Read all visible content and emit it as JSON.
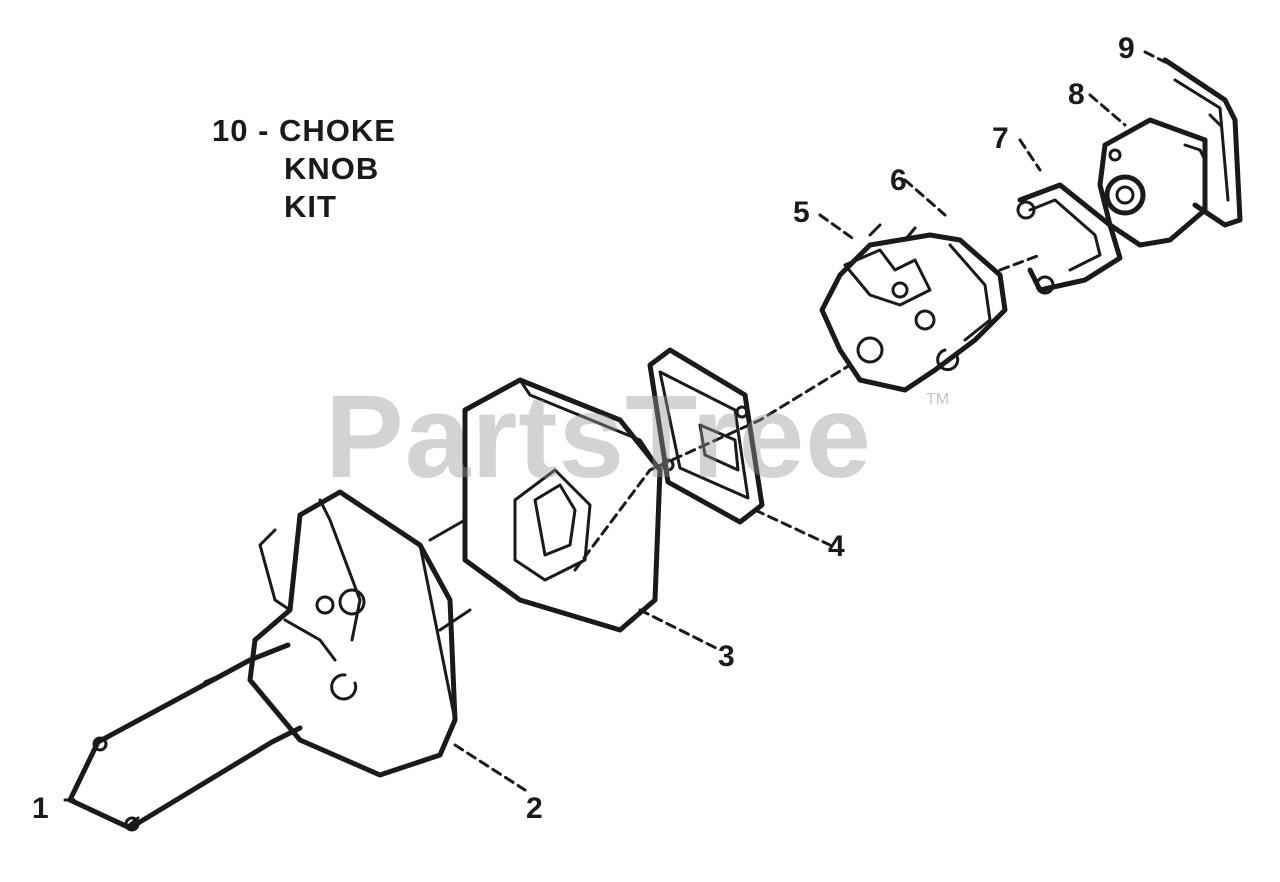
{
  "kit_label": {
    "line1": "10 - CHOKE",
    "line2": "KNOB",
    "line3": "KIT"
  },
  "watermark": {
    "text": "PartsTree",
    "tm": "TM"
  },
  "callouts": [
    "1",
    "2",
    "3",
    "4",
    "5",
    "6",
    "7",
    "8",
    "9"
  ],
  "colors": {
    "ink": "#1a1a1a",
    "watermark": "#969696",
    "background": "#ffffff"
  }
}
